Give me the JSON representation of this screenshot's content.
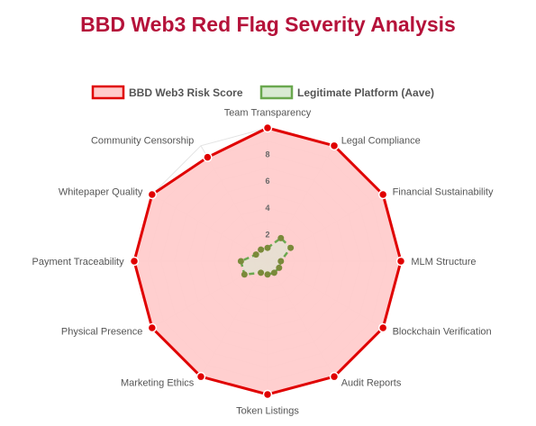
{
  "page": {
    "title": "BBD Web3 Red Flag Severity Analysis"
  },
  "chart_data": {
    "type": "radar",
    "title": "BBD Web3 Red Flag Severity Analysis",
    "categories": [
      "Team Transparency",
      "Legal Compliance",
      "Financial Sustainability",
      "MLM Structure",
      "Blockchain Verification",
      "Audit Reports",
      "Token Listings",
      "Marketing Ethics",
      "Physical Presence",
      "Payment Traceability",
      "Whitepaper Quality",
      "Community Censorship"
    ],
    "rlim": [
      0,
      10
    ],
    "ticks": [
      2,
      4,
      6,
      8
    ],
    "grid": true,
    "legend": "top",
    "series": [
      {
        "name": "BBD Web3 Risk Score",
        "values": [
          10,
          10,
          10,
          10,
          10,
          10,
          10,
          10,
          10,
          10,
          10,
          9
        ],
        "stroke": "#e00000",
        "fill": "#ffcccc",
        "point_color": "#e00000"
      },
      {
        "name": "Legitimate Platform (Aave)",
        "values": [
          1,
          2,
          2,
          1,
          1,
          1,
          1,
          1,
          2,
          2,
          1,
          1
        ],
        "stroke": "#6aa84f",
        "fill": "#d9ead3",
        "point_color": "#7a8a3a"
      }
    ]
  }
}
